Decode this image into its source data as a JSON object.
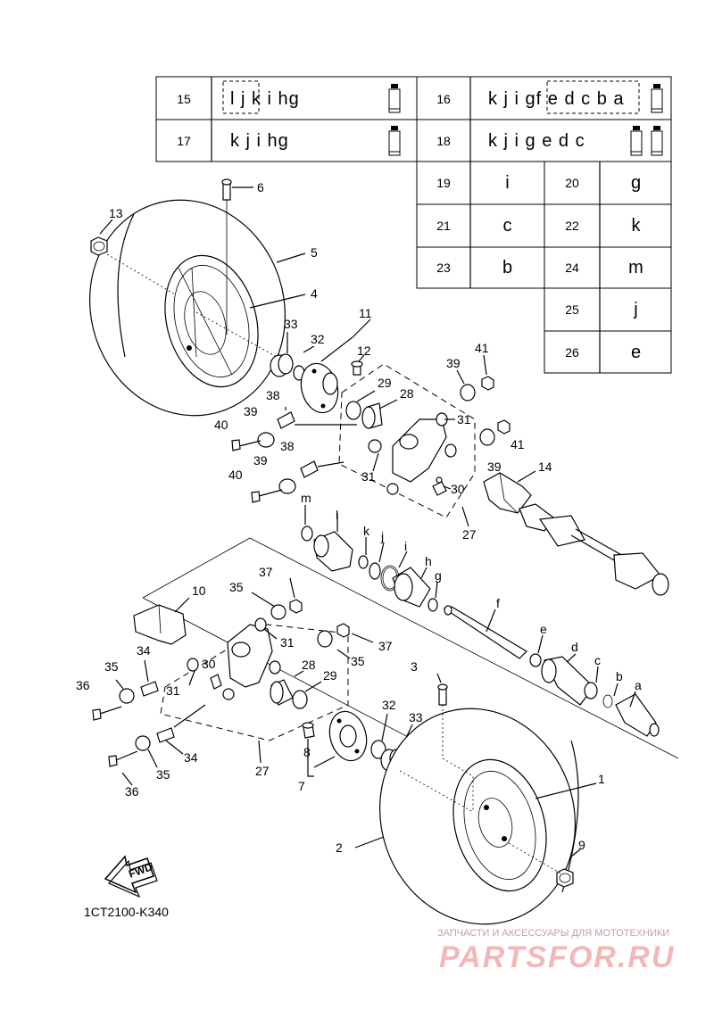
{
  "table": {
    "rows": [
      {
        "n1": "15",
        "c1": "l j k i hg",
        "n2": "16",
        "c2": "k j i gf e d c b a"
      },
      {
        "n1": "17",
        "c1": "k j i hg",
        "n2": "18",
        "c2": "k j i g e d c"
      }
    ],
    "grid": [
      {
        "n1": "19",
        "c1": "i",
        "n2": "20",
        "c2": "g"
      },
      {
        "n1": "21",
        "c1": "c",
        "n2": "22",
        "c2": "k"
      },
      {
        "n1": "23",
        "c1": "b",
        "n2": "24",
        "c2": "m"
      },
      {
        "n1": "",
        "c1": "",
        "n2": "25",
        "c2": "j"
      },
      {
        "n1": "",
        "c1": "",
        "n2": "26",
        "c2": "e"
      }
    ]
  },
  "labels": {
    "l1": "1",
    "l2": "2",
    "l3": "3",
    "l4": "4",
    "l5": "5",
    "l6": "6",
    "l7": "7",
    "l8": "8",
    "l9": "9",
    "l10": "10",
    "l11": "11",
    "l12": "12",
    "l13": "13",
    "l14": "14",
    "l27a": "27",
    "l27b": "27",
    "l28a": "28",
    "l28b": "28",
    "l29a": "29",
    "l29b": "29",
    "l30a": "30",
    "l30b": "30",
    "l31a": "31",
    "l31b": "31",
    "l31c": "31",
    "l31d": "31",
    "l32a": "32",
    "l32b": "32",
    "l33a": "33",
    "l33b": "33",
    "l34a": "34",
    "l34b": "34",
    "l35a": "35",
    "l35b": "35",
    "l35c": "35",
    "l35d": "35",
    "l36a": "36",
    "l36b": "36",
    "l37a": "37",
    "l37b": "37",
    "l38a": "38",
    "l38b": "38",
    "l39a": "39",
    "l39b": "39",
    "l39c": "39",
    "l39d": "39",
    "l40a": "40",
    "l40b": "40",
    "l41a": "41",
    "l41b": "41",
    "la": "a",
    "lb": "b",
    "lc": "c",
    "ld": "d",
    "le": "e",
    "lf": "f",
    "lg": "g",
    "lh": "h",
    "li": "i",
    "lj": "j",
    "lk": "k",
    "ll": "l",
    "lm": "m"
  },
  "fwd_label": "FWD",
  "diagram_code": "1CT2100-K340",
  "watermark": {
    "top": "ЗАПЧАСТИ И АКСЕССУАРЫ ДЛЯ МОТОТЕХНИКИ",
    "brand": "PARTSFOR.RU"
  }
}
